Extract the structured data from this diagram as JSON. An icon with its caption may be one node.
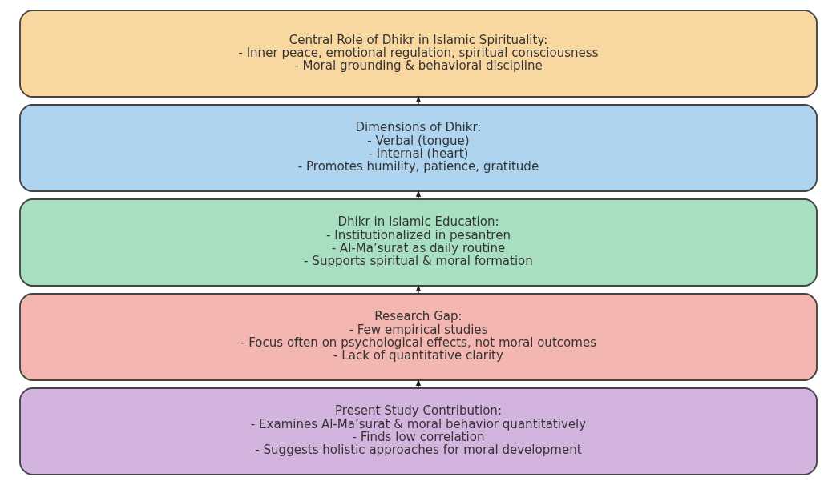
{
  "diagram": {
    "nodes": [
      {
        "text": [
          "Central Role of Dhikr in Islamic Spirituality:",
          "- Inner peace, emotional regulation, spiritual consciousness",
          "- Moral grounding & behavioral discipline"
        ]
      },
      {
        "text": [
          "Dimensions of Dhikr:",
          "- Verbal (tongue)",
          "- Internal (heart)",
          "- Promotes humility, patience, gratitude"
        ]
      },
      {
        "text": [
          "Dhikr in Islamic Education:",
          "- Institutionalized in pesantren",
          "- Al-Ma’surat as daily routine",
          "- Supports spiritual & moral formation"
        ]
      },
      {
        "text": [
          "Research Gap:",
          "- Few empirical studies",
          "- Focus often on psychological effects, not moral outcomes",
          "- Lack of quantitative clarity"
        ]
      },
      {
        "text": [
          "Present Study Contribution:",
          "- Examines Al-Ma’surat & moral behavior quantitatively",
          "- Finds low correlation",
          "- Suggests holistic approaches for moral development"
        ]
      }
    ],
    "edges": [
      {
        "from": 1,
        "to": 0,
        "arrow": "to"
      },
      {
        "from": 2,
        "to": 1,
        "arrow": "to"
      },
      {
        "from": 3,
        "to": 2,
        "arrow": "to"
      },
      {
        "from": 4,
        "to": 3,
        "arrow": "to"
      }
    ]
  }
}
